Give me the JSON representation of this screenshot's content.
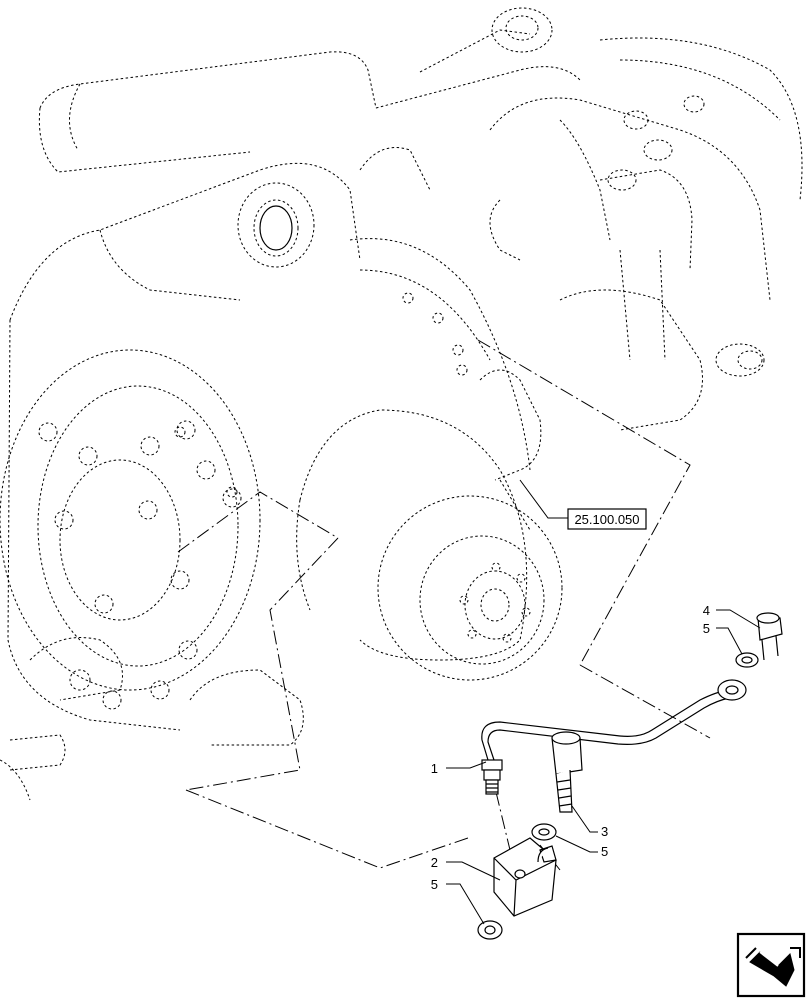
{
  "diagram": {
    "reference_label": "25.100.050",
    "callouts": [
      {
        "id": "c1",
        "label": "1",
        "part": "pipe"
      },
      {
        "id": "c2",
        "label": "2",
        "part": "block-fitting"
      },
      {
        "id": "c3",
        "label": "3",
        "part": "banjo-bolt"
      },
      {
        "id": "c4",
        "label": "4",
        "part": "banjo-bolt"
      },
      {
        "id": "c5a",
        "label": "5",
        "part": "washer"
      },
      {
        "id": "c5b",
        "label": "5",
        "part": "washer"
      },
      {
        "id": "c5c",
        "label": "5",
        "part": "washer"
      }
    ],
    "nav_icon": "bent-arrow-icon"
  }
}
